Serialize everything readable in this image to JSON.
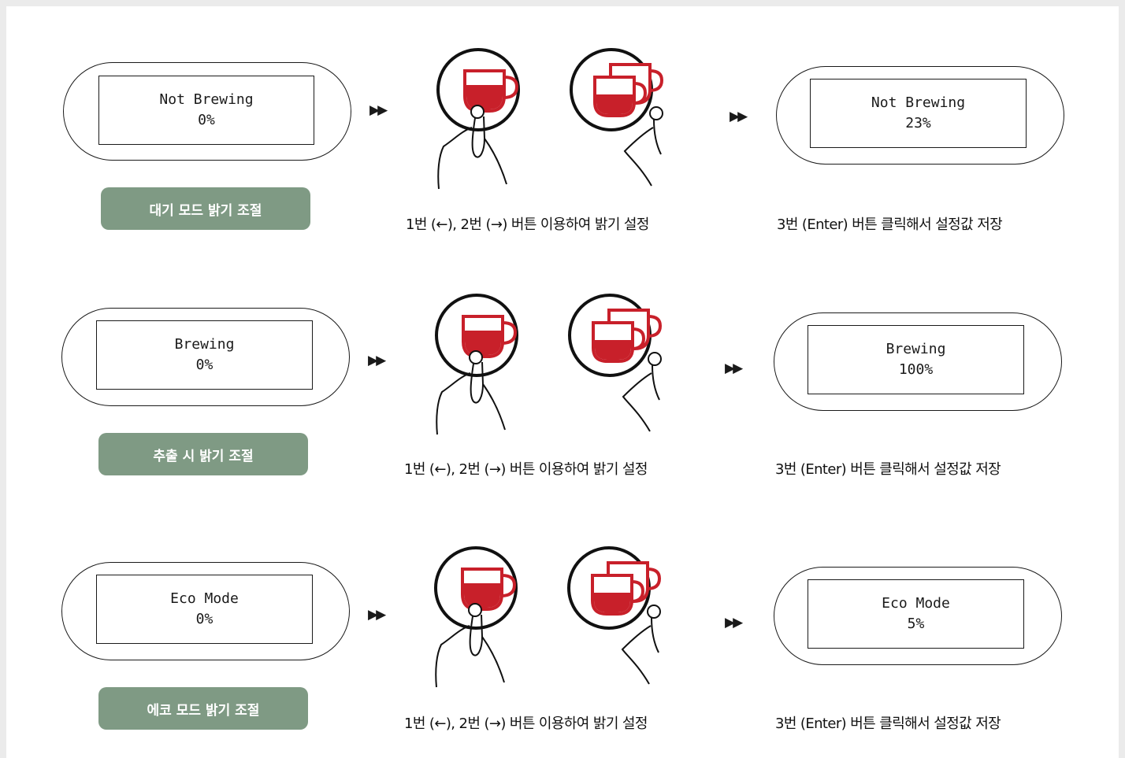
{
  "colors": {
    "badge": "#7f9a84",
    "cup_red": "#c8202a",
    "outline": "#1a1a1a"
  },
  "icons": {
    "next": "double-play-arrow-icon",
    "button_left": "single-cup-button-icon",
    "button_right": "double-cup-button-icon",
    "finger": "pointing-hand-icon"
  },
  "arrow_glyph": "▶▶",
  "rows": [
    {
      "before": {
        "line1": "Not Brewing",
        "line2": "0%"
      },
      "badge": "대기 모드 밝기 조절",
      "adjust_caption": "1번 (←), 2번 (→) 버튼 이용하여 밝기 설정",
      "after": {
        "line1": "Not Brewing",
        "line2": "23%"
      },
      "save_caption": "3번 (Enter) 버튼 클릭해서 설정값 저장"
    },
    {
      "before": {
        "line1": "Brewing",
        "line2": "0%"
      },
      "badge": "추출 시 밝기 조절",
      "adjust_caption": "1번 (←), 2번 (→) 버튼 이용하여 밝기 설정",
      "after": {
        "line1": "Brewing",
        "line2": "100%"
      },
      "save_caption": "3번 (Enter) 버튼 클릭해서 설정값 저장"
    },
    {
      "before": {
        "line1": "Eco Mode",
        "line2": "0%"
      },
      "badge": "에코 모드 밝기 조절",
      "adjust_caption": "1번 (←), 2번 (→) 버튼 이용하여 밝기 설정",
      "after": {
        "line1": "Eco Mode",
        "line2": "5%"
      },
      "save_caption": "3번 (Enter) 버튼 클릭해서 설정값 저장"
    }
  ]
}
